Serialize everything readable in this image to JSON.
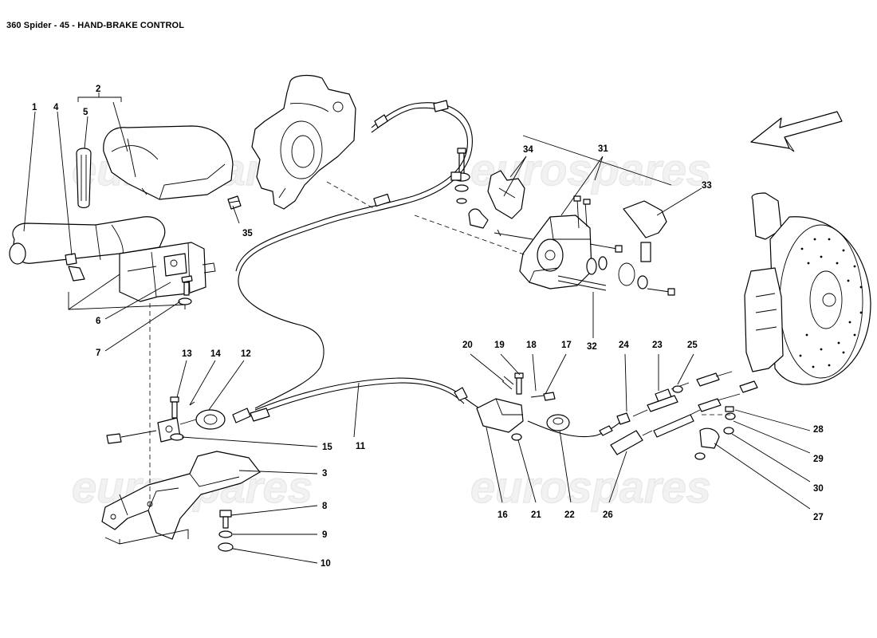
{
  "title": "360 Spider - 45 - HAND-BRAKE CONTROL",
  "watermark": "eurospares",
  "callouts": [
    "1",
    "2",
    "3",
    "4",
    "5",
    "6",
    "7",
    "8",
    "9",
    "10",
    "11",
    "12",
    "13",
    "14",
    "15",
    "16",
    "17",
    "18",
    "19",
    "20",
    "21",
    "22",
    "23",
    "24",
    "25",
    "26",
    "27",
    "28",
    "29",
    "30",
    "31",
    "32",
    "33",
    "34",
    "35"
  ],
  "arrow_icon": "direction-arrow-icon",
  "colors": {
    "line": "#000000",
    "background": "#ffffff",
    "watermark": "#e6e6e6"
  }
}
